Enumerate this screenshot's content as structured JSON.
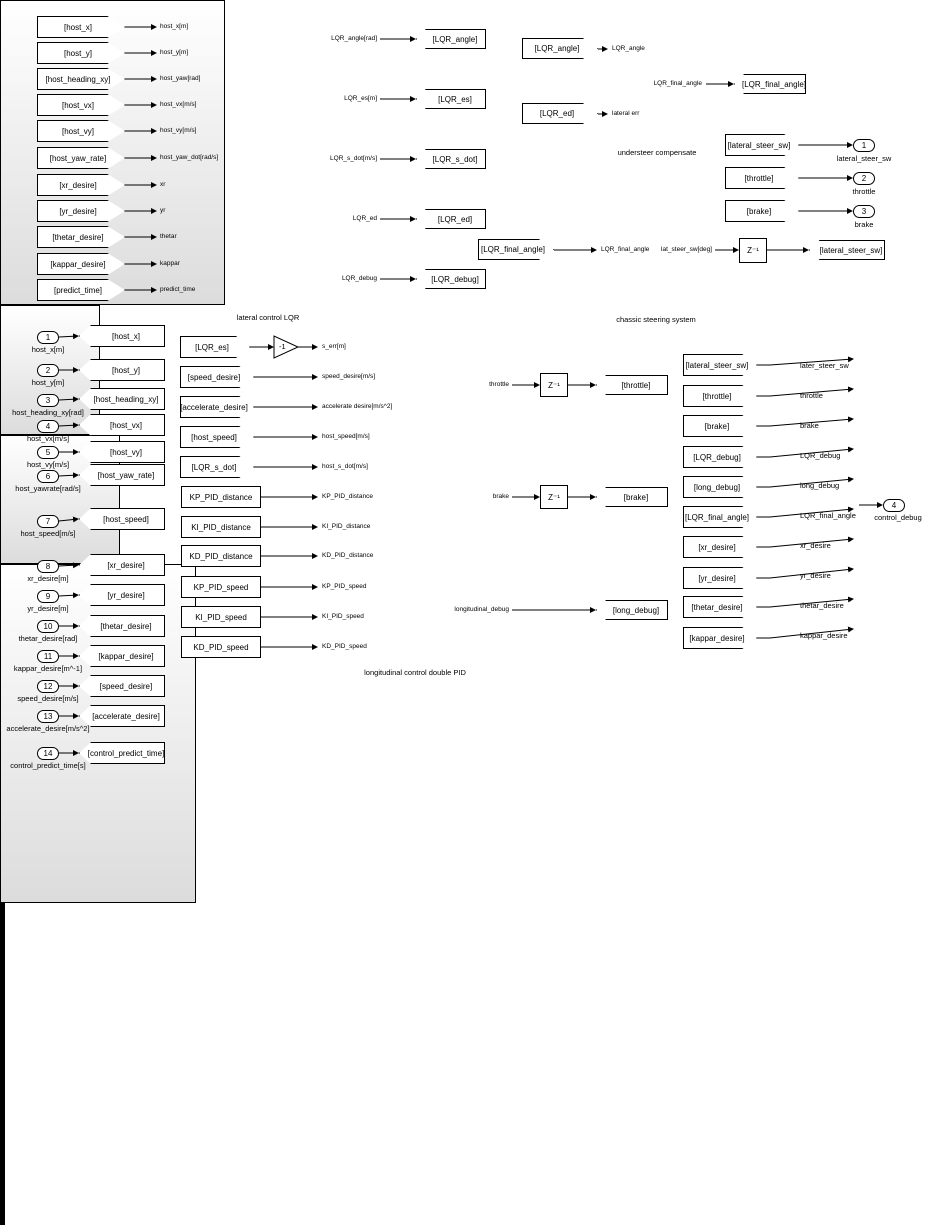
{
  "lateral_lqr": {
    "caption": "lateral control LQR",
    "inputs": [
      "host_x[m]",
      "host_y[m]",
      "host_yaw[rad]",
      "host_vx[m/s]",
      "host_vy[m/s]",
      "host_yaw_dot[rad/s]",
      "xr",
      "yr",
      "thetar",
      "kappar",
      "predict_time"
    ],
    "outputs": [
      "LQR_angle[rad]",
      "LQR_es[m]",
      "LQR_s_dot[m/s]",
      "LQR_ed",
      "LQR_debug"
    ],
    "from_tags": [
      "[host_x]",
      "[host_y]",
      "[host_heading_xy]",
      "[host_vx]",
      "[host_vy]",
      "[host_yaw_rate]",
      "[xr_desire]",
      "[yr_desire]",
      "[thetar_desire]",
      "[kappar_desire]",
      "[predict_time]"
    ],
    "goto_tags": [
      "[LQR_angle]",
      "[LQR_es]",
      "[LQR_s_dot]",
      "[LQR_ed]",
      "[LQR_debug]"
    ]
  },
  "understeer": {
    "caption": "understeer compensate",
    "inputs": [
      "LQR_angle",
      "lateral err"
    ],
    "outputs": [
      "LQR_final_angle"
    ],
    "from_tags": [
      "[LQR_angle]",
      "[LQR_ed]"
    ],
    "goto_tag": "[LQR_final_angle]"
  },
  "outports_top": [
    {
      "tag": "[lateral_steer_sw]",
      "num": "1",
      "name": "lateral_steer_sw"
    },
    {
      "tag": "[throttle]",
      "num": "2",
      "name": "throttle"
    },
    {
      "tag": "[brake]",
      "num": "3",
      "name": "brake"
    }
  ],
  "chassis": {
    "caption": "chassic steering system",
    "input": "LQR_final_angle",
    "output": "lat_steer_sw[deg]",
    "from_tag": "[LQR_final_angle]",
    "delay": "Z⁻¹",
    "goto_tag": "[lateral_steer_sw]"
  },
  "inports": [
    {
      "num": "1",
      "name": "host_x[m]",
      "tag": "[host_x]"
    },
    {
      "num": "2",
      "name": "host_y[m]",
      "tag": "[host_y]"
    },
    {
      "num": "3",
      "name": "host_heading_xy[rad]",
      "tag": "[host_heading_xy]"
    },
    {
      "num": "4",
      "name": "host_vx[m/s]",
      "tag": "[host_vx]"
    },
    {
      "num": "5",
      "name": "host_vy[m/s]",
      "tag": "[host_vy]"
    },
    {
      "num": "6",
      "name": "host_yawrate[rad/s]",
      "tag": "[host_yaw_rate]"
    },
    {
      "num": "7",
      "name": "host_speed[m/s]",
      "tag": "[host_speed]"
    },
    {
      "num": "8",
      "name": "xr_desire[m]",
      "tag": "[xr_desire]"
    },
    {
      "num": "9",
      "name": "yr_desire[m]",
      "tag": "[yr_desire]"
    },
    {
      "num": "10",
      "name": "thetar_desire[rad]",
      "tag": "[thetar_desire]"
    },
    {
      "num": "11",
      "name": "kappar_desire[m^-1]",
      "tag": "[kappar_desire]"
    },
    {
      "num": "12",
      "name": "speed_desire[m/s]",
      "tag": "[speed_desire]"
    },
    {
      "num": "13",
      "name": "accelerate_desire[m/s^2]",
      "tag": "[accelerate_desire]"
    },
    {
      "num": "14",
      "name": "control_predict_time[s]",
      "tag": "[control_predict_time]"
    }
  ],
  "longitudinal": {
    "caption": "longitudinal control double PID",
    "inputs": [
      "s_err[m]",
      "speed_desire[m/s]",
      "accelerate desire[m/s^2]",
      "host_speed[m/s]",
      "host_s_dot[m/s]",
      "KP_PID_distance",
      "KI_PID_distance",
      "KD_PID_distance",
      "KP_PID_speed",
      "KI_PID_speed",
      "KD_PID_speed"
    ],
    "sources": [
      "[LQR_es]",
      "[speed_desire]",
      "[accelerate_desire]",
      "[host_speed]",
      "[LQR_s_dot]",
      "KP_PID_distance",
      "KI_PID_distance",
      "KD_PID_distance",
      "KP_PID_speed",
      "KI_PID_speed",
      "KD_PID_speed"
    ],
    "gain": "-1",
    "outputs": [
      "throttle",
      "brake",
      "longitudinal_debug"
    ],
    "delay": "Z⁻¹",
    "goto_tags": [
      "[throttle]",
      "[brake]",
      "[long_debug]"
    ]
  },
  "mux_group": {
    "tags": [
      "[lateral_steer_sw]",
      "[throttle]",
      "[brake]",
      "[LQR_debug]",
      "[long_debug]",
      "[LQR_final_angle]",
      "[xr_desire]",
      "[yr_desire]",
      "[thetar_desire]",
      "[kappar_desire]"
    ],
    "signals": [
      "later_steer_sw",
      "throttle",
      "brake",
      "LQR_debug",
      "long_debug",
      "LQR_final_angle",
      "xr_desire",
      "yr_desire",
      "thetar_desire",
      "kappar_desire"
    ],
    "outport": {
      "num": "4",
      "name": "control_debug"
    }
  },
  "colors": {
    "line": "#000000",
    "highlight": "#f7c08a",
    "block_bg": "#ffffff",
    "subsystem_bottom": "#dcdcdc"
  }
}
